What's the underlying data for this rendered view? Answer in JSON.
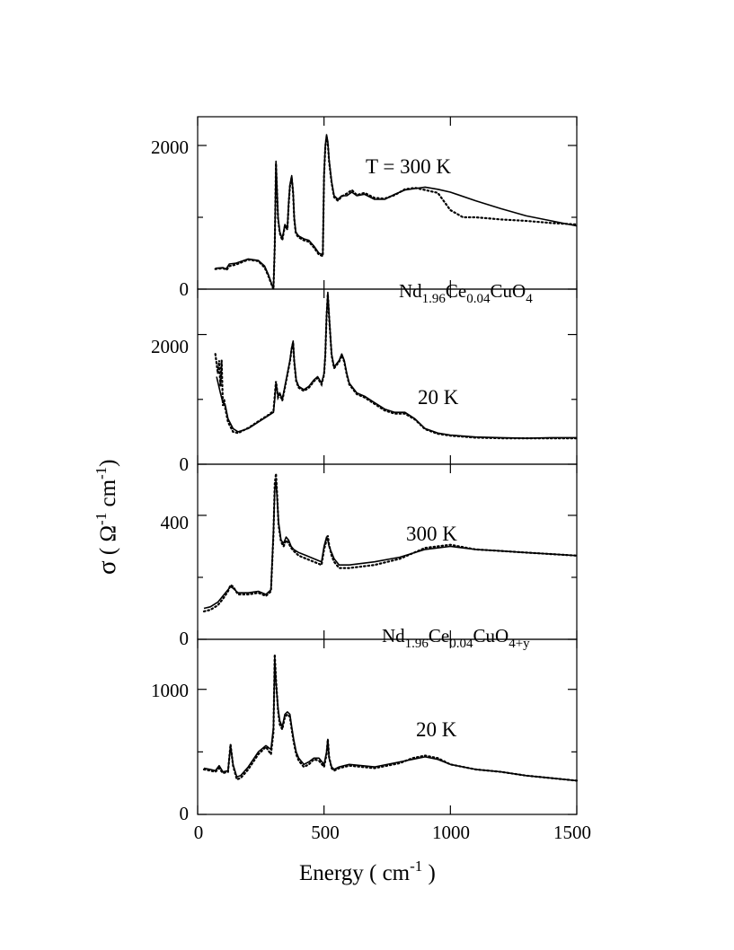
{
  "chart_data": {
    "type": "line",
    "xlabel": {
      "main": "Energy ( cm",
      "sup": "-1",
      "tail": " )"
    },
    "ylabel": {
      "sigma": "σ",
      "p1": " ( Ω",
      "sup1": "-1",
      "p2": " cm",
      "sup2": "-1",
      "p3": ")"
    },
    "xlim": [
      0,
      1500
    ],
    "x_ticks": [
      0,
      500,
      1000,
      1500
    ],
    "x_tick_labels": [
      "0",
      "500",
      "1000",
      "1500"
    ],
    "grid": false,
    "panels": [
      {
        "annotation": "T = 300 K",
        "ylim": [
          0,
          2400
        ],
        "y_tick_labels": [
          {
            "value": 0,
            "label": "0"
          },
          {
            "value": 2000,
            "label": "2000"
          }
        ],
        "y_minor": [
          1000
        ],
        "series": [
          {
            "style": "solid",
            "x": [
              70,
              100,
              112,
              118,
              125,
              150,
              200,
              240,
              265,
              280,
              295,
              300,
              305,
              310,
              318,
              325,
              335,
              345,
              355,
              360,
              365,
              372,
              378,
              382,
              388,
              395,
              400,
              420,
              440,
              460,
              480,
              495,
              500,
              505,
              510,
              515,
              520,
              530,
              540,
              555,
              570,
              590,
              610,
              630,
              660,
              700,
              740,
              780,
              820,
              860,
              900,
              950,
              1000,
              1100,
              1200,
              1300,
              1400,
              1500
            ],
            "y": [
              290,
              300,
              280,
              310,
              350,
              360,
              420,
              400,
              320,
              200,
              50,
              10,
              600,
              1780,
              1000,
              800,
              700,
              900,
              850,
              1200,
              1450,
              1580,
              1350,
              1000,
              800,
              760,
              740,
              700,
              680,
              600,
              500,
              480,
              1600,
              2000,
              2150,
              2050,
              1800,
              1500,
              1300,
              1250,
              1300,
              1300,
              1350,
              1300,
              1320,
              1250,
              1250,
              1320,
              1380,
              1400,
              1420,
              1390,
              1350,
              1230,
              1120,
              1020,
              950,
              880
            ]
          },
          {
            "style": "dotted",
            "x": [
              70,
              100,
              115,
              125,
              150,
              200,
              240,
              265,
              280,
              295,
              300,
              305,
              310,
              318,
              325,
              335,
              345,
              355,
              360,
              365,
              372,
              378,
              382,
              388,
              395,
              400,
              420,
              440,
              460,
              480,
              495,
              500,
              505,
              510,
              515,
              520,
              530,
              540,
              555,
              570,
              590,
              610,
              630,
              660,
              700,
              740,
              780,
              820,
              860,
              900,
              950,
              1000,
              1050,
              1100,
              1200,
              1300,
              1400,
              1500
            ],
            "y": [
              280,
              290,
              270,
              320,
              340,
              410,
              390,
              300,
              180,
              40,
              0,
              580,
              1750,
              980,
              780,
              680,
              880,
              830,
              1180,
              1430,
              1560,
              1330,
              980,
              780,
              740,
              720,
              680,
              660,
              580,
              480,
              460,
              1580,
              1980,
              2120,
              2030,
              1780,
              1480,
              1280,
              1230,
              1290,
              1330,
              1380,
              1310,
              1340,
              1270,
              1260,
              1310,
              1390,
              1410,
              1380,
              1340,
              1100,
              1000,
              1000,
              970,
              950,
              920,
              900
            ]
          }
        ]
      },
      {
        "annotation": "20 K",
        "ylim": [
          0,
          2700
        ],
        "y_tick_labels": [
          {
            "value": 0,
            "label": "0"
          },
          {
            "value": 2000,
            "label": "2000"
          }
        ],
        "y_minor": [
          1000
        ],
        "series": [
          {
            "style": "solid",
            "x": [
              75,
              90,
              100,
              110,
              120,
              140,
              160,
              200,
              240,
              280,
              300,
              305,
              310,
              318,
              325,
              335,
              345,
              355,
              365,
              372,
              378,
              382,
              390,
              400,
              420,
              440,
              460,
              475,
              490,
              500,
              505,
              510,
              515,
              520,
              530,
              540,
              560,
              570,
              580,
              590,
              600,
              630,
              660,
              700,
              740,
              780,
              820,
              860,
              900,
              950,
              1000,
              1100,
              1200,
              1300,
              1400,
              1500
            ],
            "y": [
              1350,
              1100,
              950,
              900,
              700,
              550,
              500,
              550,
              650,
              750,
              800,
              1000,
              1250,
              1050,
              1100,
              1000,
              1200,
              1400,
              1600,
              1800,
              1900,
              1600,
              1300,
              1200,
              1150,
              1200,
              1300,
              1350,
              1250,
              1400,
              1700,
              2300,
              2650,
              2300,
              1700,
              1500,
              1600,
              1700,
              1600,
              1400,
              1250,
              1100,
              1050,
              950,
              850,
              800,
              800,
              700,
              550,
              480,
              450,
              420,
              410,
              400,
              410,
              410
            ]
          },
          {
            "style": "dotted",
            "x": [
              70,
              80,
              85,
              90,
              95,
              100,
              105,
              110,
              120,
              140,
              160,
              200,
              240,
              280,
              300,
              305,
              310,
              318,
              325,
              335,
              345,
              355,
              365,
              372,
              378,
              382,
              390,
              400,
              420,
              440,
              460,
              475,
              490,
              500,
              505,
              510,
              515,
              520,
              530,
              540,
              560,
              570,
              580,
              590,
              600,
              630,
              660,
              700,
              740,
              780,
              820,
              860,
              900,
              950,
              1000,
              1100,
              1200,
              1300,
              1400,
              1500
            ],
            "y": [
              1700,
              1400,
              1600,
              1200,
              1600,
              900,
              1000,
              850,
              650,
              500,
              480,
              560,
              660,
              760,
              820,
              1050,
              1280,
              1030,
              1080,
              980,
              1180,
              1380,
              1580,
              1780,
              1880,
              1580,
              1280,
              1180,
              1130,
              1180,
              1280,
              1330,
              1230,
              1380,
              1680,
              2280,
              2620,
              2280,
              1680,
              1480,
              1580,
              1680,
              1580,
              1380,
              1230,
              1080,
              1030,
              930,
              830,
              780,
              780,
              690,
              540,
              470,
              440,
              410,
              400,
              400,
              400,
              400
            ]
          }
        ]
      },
      {
        "annotation": "300 K",
        "ylim": [
          0,
          565
        ],
        "y_tick_labels": [
          {
            "value": 0,
            "label": "0"
          },
          {
            "value": 400,
            "label": "400"
          }
        ],
        "y_minor": [
          200
        ],
        "series": [
          {
            "style": "solid",
            "x": [
              25,
              50,
              80,
              100,
              120,
              130,
              140,
              160,
              200,
              240,
              270,
              290,
              300,
              305,
              310,
              315,
              320,
              330,
              340,
              350,
              360,
              370,
              380,
              400,
              430,
              460,
              490,
              500,
              510,
              515,
              520,
              530,
              540,
              560,
              600,
              700,
              800,
              900,
              1000,
              1100,
              1200,
              1300,
              1400,
              1500
            ],
            "y": [
              100,
              105,
              120,
              140,
              160,
              170,
              165,
              150,
              150,
              155,
              145,
              160,
              350,
              480,
              510,
              450,
              380,
              320,
              310,
              330,
              320,
              300,
              290,
              280,
              270,
              260,
              250,
              300,
              330,
              320,
              300,
              280,
              260,
              240,
              240,
              250,
              265,
              290,
              300,
              290,
              285,
              280,
              275,
              270
            ]
          },
          {
            "style": "dotted",
            "x": [
              25,
              50,
              80,
              100,
              120,
              130,
              140,
              160,
              200,
              240,
              270,
              290,
              300,
              305,
              310,
              315,
              320,
              330,
              340,
              350,
              360,
              370,
              380,
              400,
              430,
              460,
              490,
              500,
              510,
              515,
              520,
              530,
              540,
              560,
              600,
              700,
              800,
              900,
              1000,
              1100,
              1200,
              1300,
              1400,
              1500
            ],
            "y": [
              90,
              95,
              110,
              130,
              155,
              175,
              170,
              145,
              145,
              150,
              140,
              155,
              340,
              500,
              535,
              460,
              370,
              315,
              300,
              320,
              310,
              295,
              285,
              270,
              260,
              250,
              240,
              290,
              320,
              335,
              305,
              270,
              250,
              230,
              230,
              240,
              260,
              295,
              305,
              290,
              285,
              280,
              275,
              270
            ]
          }
        ]
      },
      {
        "annotation": "20 K",
        "ylim": [
          0,
          1400
        ],
        "y_tick_labels": [
          {
            "value": 0,
            "label": "0"
          },
          {
            "value": 1000,
            "label": "1000"
          }
        ],
        "y_minor": [
          500
        ],
        "series": [
          {
            "style": "solid",
            "x": [
              25,
              50,
              70,
              85,
              100,
              120,
              130,
              140,
              155,
              170,
              200,
              240,
              270,
              290,
              300,
              305,
              310,
              318,
              325,
              335,
              345,
              355,
              365,
              372,
              380,
              390,
              400,
              420,
              440,
              460,
              480,
              500,
              510,
              515,
              520,
              530,
              540,
              560,
              600,
              700,
              800,
              850,
              900,
              950,
              1000,
              1100,
              1200,
              1300,
              1400,
              1500
            ],
            "y": [
              370,
              360,
              350,
              390,
              340,
              350,
              550,
              400,
              300,
              310,
              380,
              500,
              550,
              520,
              700,
              1250,
              1050,
              850,
              750,
              700,
              800,
              820,
              800,
              700,
              600,
              500,
              450,
              400,
              420,
              450,
              450,
              400,
              500,
              600,
              450,
              380,
              360,
              380,
              400,
              380,
              420,
              440,
              460,
              440,
              400,
              360,
              340,
              310,
              290,
              270
            ]
          },
          {
            "style": "dotted",
            "x": [
              25,
              50,
              70,
              85,
              100,
              120,
              130,
              140,
              155,
              170,
              200,
              240,
              270,
              290,
              300,
              305,
              310,
              318,
              325,
              335,
              345,
              355,
              365,
              372,
              380,
              390,
              400,
              420,
              440,
              460,
              480,
              500,
              510,
              515,
              520,
              530,
              540,
              560,
              600,
              700,
              800,
              850,
              900,
              950,
              1000,
              1100,
              1200,
              1300,
              1400,
              1500
            ],
            "y": [
              360,
              350,
              340,
              370,
              330,
              340,
              560,
              390,
              280,
              290,
              360,
              480,
              540,
              480,
              660,
              1280,
              1080,
              830,
              720,
              680,
              780,
              800,
              780,
              680,
              580,
              480,
              430,
              380,
              400,
              440,
              430,
              380,
              480,
              600,
              460,
              370,
              350,
              370,
              390,
              370,
              410,
              450,
              470,
              450,
              400,
              360,
              340,
              310,
              290,
              270
            ]
          }
        ]
      }
    ],
    "formulas": [
      {
        "base": "Nd",
        "s1": "1.96",
        "mid": "Ce",
        "s2": "0.04",
        "tail": "CuO",
        "s3": "4"
      },
      {
        "base": "Nd",
        "s1": "1.96",
        "mid": "Ce",
        "s2": "0.04",
        "tail": "CuO",
        "s3": "4+y"
      }
    ]
  }
}
